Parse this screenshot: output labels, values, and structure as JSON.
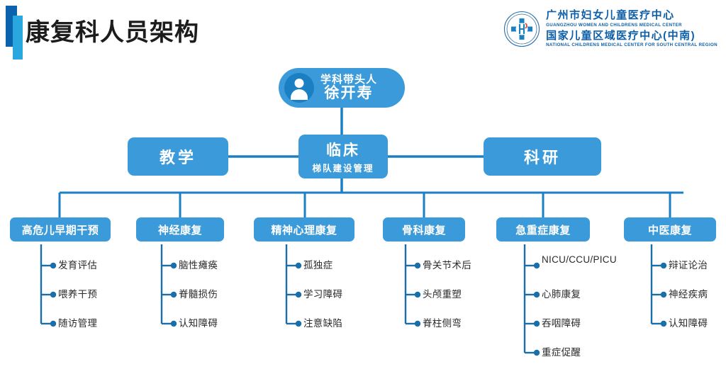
{
  "header": {
    "title": "康复科人员架构",
    "accent_dark_color": "#0b63ad",
    "accent_light_color": "#29a8e0"
  },
  "logo": {
    "icon_name": "hospital-emblem-icon",
    "line1_cn": "广州市妇女儿童医疗中心",
    "line1_en": "GUANGZHOU WOMEN AND CHILDRENS MEDICAL CENTER",
    "line2_cn": "国家儿童区域医疗中心(中南)",
    "line2_en": "NATIONAL CHILDRENS MEDICAL CENTER FOR SOUTH CENTRAL REGION",
    "color": "#0d5fa8"
  },
  "theme": {
    "box_fill": "#3b9ad9",
    "avatar_fill": "#1b7fc4",
    "connector": "#1b7fc4",
    "leaf_line": "#1a6fa8",
    "leaf_dot": "#1a6fa8",
    "text_on_box": "#ffffff",
    "leaf_text": "#2b2b2b"
  },
  "chart_data": {
    "type": "org-chart",
    "root": {
      "role": "学科带头人",
      "name": "徐开寿",
      "icon": "person-avatar-icon"
    },
    "branches": [
      {
        "id": "teaching",
        "label": "教学",
        "sublabel": ""
      },
      {
        "id": "clinical",
        "label": "临床",
        "sublabel": "梯队建设管理"
      },
      {
        "id": "research",
        "label": "科研",
        "sublabel": ""
      }
    ],
    "categories": [
      {
        "id": "high-risk-infant",
        "label": "高危儿早期干预",
        "items": [
          "发育评估",
          "喂养干预",
          "随访管理"
        ]
      },
      {
        "id": "neuro-rehab",
        "label": "神经康复",
        "items": [
          "脑性瘫痪",
          "脊髓损伤",
          "认知障碍"
        ]
      },
      {
        "id": "mental-psych-rehab",
        "label": "精神心理康复",
        "items": [
          "孤独症",
          "学习障碍",
          "注意缺陷"
        ]
      },
      {
        "id": "ortho-rehab",
        "label": "骨科康复",
        "items": [
          "骨关节术后",
          "头颅重塑",
          "脊柱侧弯"
        ]
      },
      {
        "id": "critical-care-rehab",
        "label": "急重症康复",
        "items": [
          "NICU/CCU/PICU",
          "心肺康复",
          "吞咽障碍",
          "重症促醒"
        ]
      },
      {
        "id": "tcm-rehab",
        "label": "中医康复",
        "items": [
          "辩证论治",
          "神经疾病",
          "认知障碍"
        ]
      }
    ]
  }
}
